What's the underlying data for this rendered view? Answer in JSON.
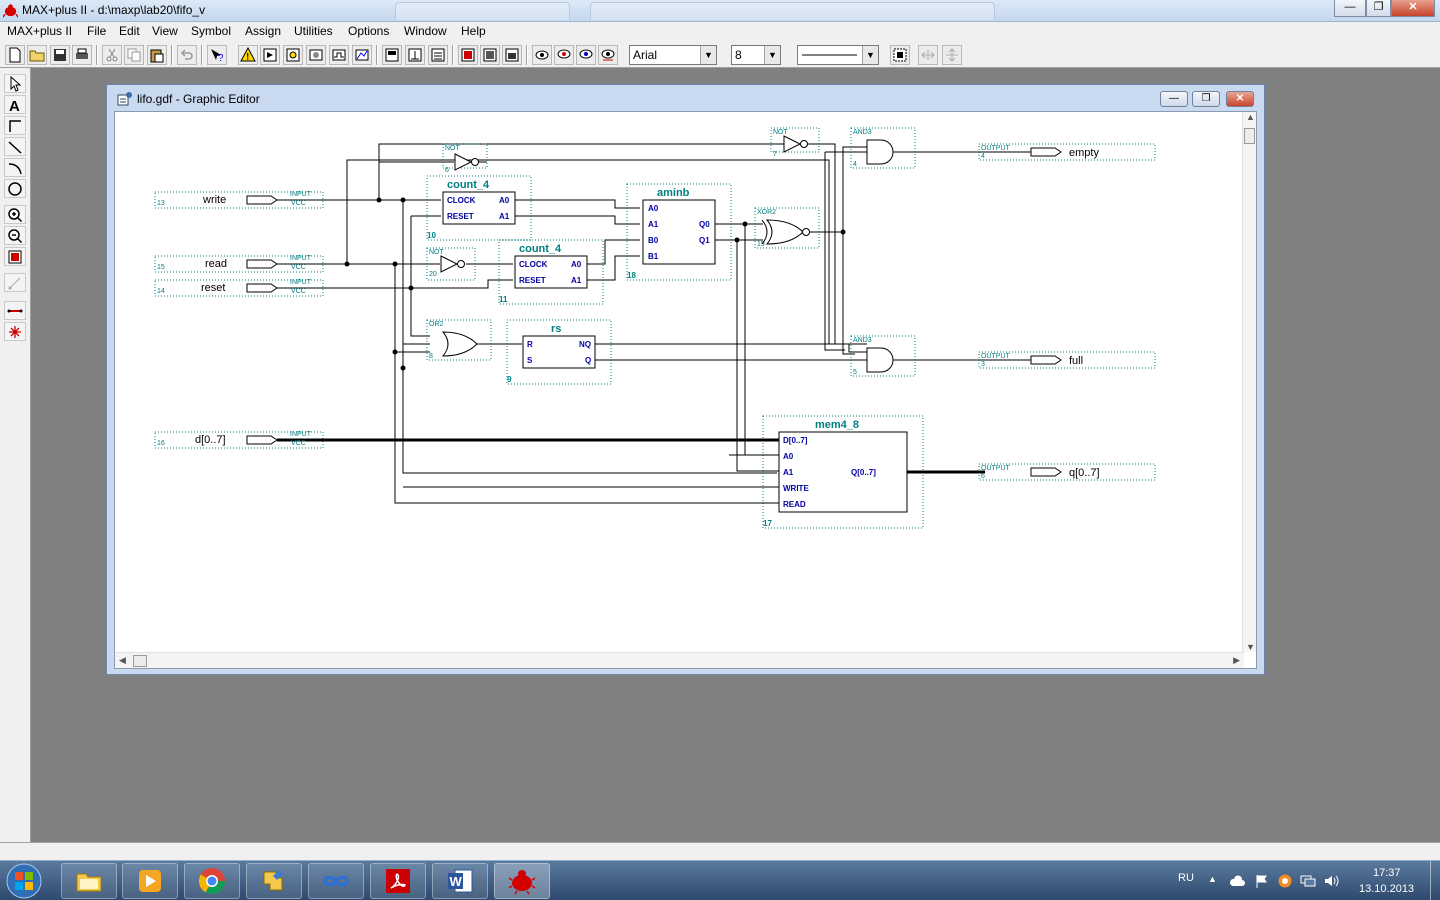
{
  "window": {
    "title": "MAX+plus II - d:\\maxp\\lab20\\fifo_v"
  },
  "menubar": {
    "items": [
      "MAX+plus II",
      "File",
      "Edit",
      "View",
      "Symbol",
      "Assign",
      "Utilities",
      "Options",
      "Window",
      "Help"
    ]
  },
  "toolbar": {
    "font_name": "Arial",
    "font_size": "8"
  },
  "editor": {
    "title": "lifo.gdf - Graphic Editor"
  },
  "schematic": {
    "inputs": [
      {
        "name": "write",
        "num": "13",
        "type": "INPUT",
        "default": "VCC"
      },
      {
        "name": "read",
        "num": "15",
        "type": "INPUT",
        "default": "VCC"
      },
      {
        "name": "reset",
        "num": "14",
        "type": "INPUT",
        "default": "VCC"
      },
      {
        "name": "d[0..7]",
        "num": "16",
        "type": "INPUT",
        "default": "VCC"
      }
    ],
    "outputs": [
      {
        "name": "empty",
        "num": "4",
        "type": "OUTPUT"
      },
      {
        "name": "full",
        "num": "3",
        "type": "OUTPUT"
      },
      {
        "name": "q[0..7]",
        "num": "6",
        "type": "OUTPUT"
      }
    ],
    "gates": {
      "not_top": {
        "type": "NOT",
        "num": "6"
      },
      "not_right": {
        "type": "NOT",
        "num": "7"
      },
      "not_mid": {
        "type": "NOT",
        "num": "20"
      },
      "and3_top": {
        "type": "AND3",
        "num": "4"
      },
      "and3_bottom": {
        "type": "AND3",
        "num": "5"
      },
      "xor2": {
        "type": "XOR2",
        "num": "19"
      },
      "or2": {
        "type": "OR2",
        "num": "8"
      }
    },
    "blocks": {
      "count_a": {
        "name": "count_4",
        "num": "10",
        "pins_left": [
          "CLOCK",
          "RESET"
        ],
        "pins_right": [
          "A0",
          "A1"
        ]
      },
      "count_b": {
        "name": "count_4",
        "num": "11",
        "pins_left": [
          "CLOCK",
          "RESET"
        ],
        "pins_right": [
          "A0",
          "A1"
        ]
      },
      "aminb": {
        "name": "aminb",
        "num": "18",
        "pins_left": [
          "A0",
          "A1",
          "B0",
          "B1"
        ],
        "pins_right": [
          "Q0",
          "Q1"
        ]
      },
      "rs": {
        "name": "rs",
        "num": "9",
        "pins_left": [
          "R",
          "S"
        ],
        "pins_right": [
          "NQ",
          "Q"
        ]
      },
      "mem": {
        "name": "mem4_8",
        "num": "17",
        "pins_left": [
          "D[0..7]",
          "A0",
          "A1",
          "WRITE",
          "READ"
        ],
        "pins_right": [
          "Q[0..7]"
        ]
      }
    }
  },
  "taskbar": {
    "lang": "RU",
    "time": "17:37",
    "date": "13.10.2013"
  },
  "colors": {
    "block_text": "#0000a0",
    "teal": "#008080",
    "wire": "#000000"
  }
}
